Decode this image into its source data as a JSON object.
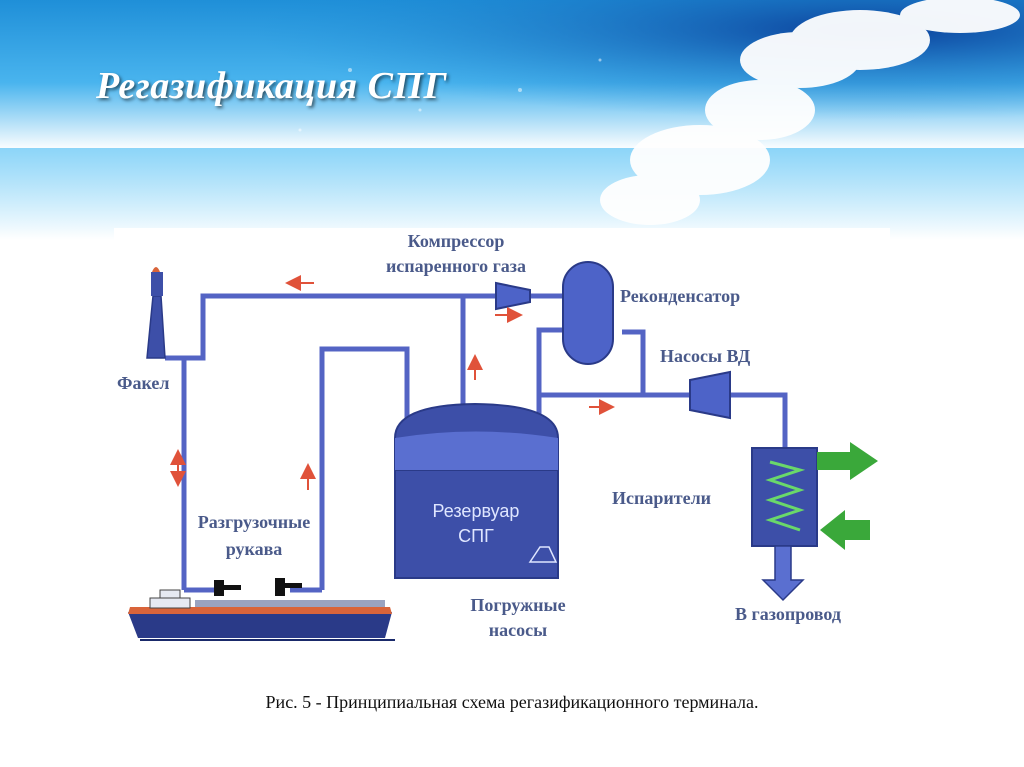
{
  "slide": {
    "title": "Регазификация СПГ",
    "caption": "Рис. 5 - Принципиальная схема регазификационного терминала."
  },
  "diagram": {
    "labels": {
      "compressor_line1": "Компрессор",
      "compressor_line2": "испаренного газа",
      "recondenser": "Реконденсатор",
      "hp_pumps": "Насосы ВД",
      "flare": "Факел",
      "unloading_line1": "Разгрузочные",
      "unloading_line2": "рукава",
      "tank_line1": "Резервуар",
      "tank_line2": "СПГ",
      "vaporizers": "Испарители",
      "submerged_line1": "Погружные",
      "submerged_line2": "насосы",
      "to_pipeline": "В газопровод"
    }
  },
  "colors": {
    "pipe": "#5464c4",
    "equipment": "#3d4fa8",
    "flow_arrow": "#e0523a",
    "heat_arrow": "#3aa83a",
    "label": "#4a5a8a"
  }
}
